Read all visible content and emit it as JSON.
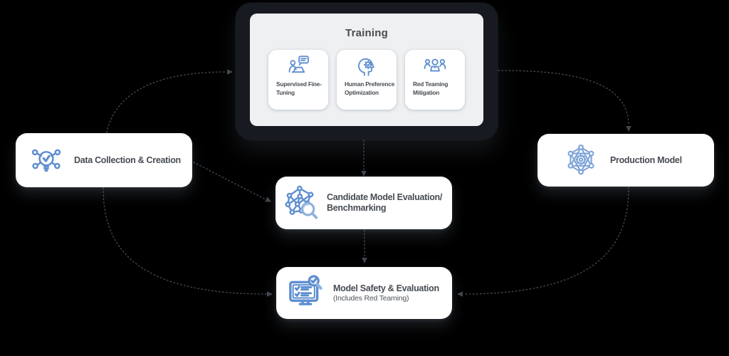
{
  "colors": {
    "background": "#000000",
    "icon_blue": "#5d8ecf",
    "icon_blue_light": "#8fb2de",
    "text": "#474c52",
    "panel_gray": "#eef0f1",
    "card_white": "#ffffff",
    "training_frame": "#171b21",
    "connector": "#41474f"
  },
  "training": {
    "title": "Training",
    "cards": [
      {
        "label": "Supervised Fine-Tuning",
        "icon": "person-laptop-chat-icon"
      },
      {
        "label": "Human Preference Optimization",
        "icon": "head-gear-check-icon"
      },
      {
        "label": "Red Teaming Mitigation",
        "icon": "three-people-icon"
      }
    ]
  },
  "nodes": {
    "data_collection": {
      "label": "Data Collection & Creation",
      "icon": "lightbulb-network-icon"
    },
    "candidate_eval": {
      "label_line1": "Candidate Model Evaluation/",
      "label_line2": "Benchmarking",
      "icon": "network-magnifier-icon"
    },
    "model_safety": {
      "title": "Model Safety & Evaluation",
      "subtitle": "(Includes Red Teaming)",
      "icon": "monitor-checklist-magnifier-icon"
    },
    "production": {
      "label": "Production Model",
      "icon": "hexagon-network-gear-icon"
    }
  },
  "connections": [
    {
      "from": "data-collection",
      "to": "training"
    },
    {
      "from": "training",
      "to": "candidate-evaluation"
    },
    {
      "from": "data-collection",
      "to": "candidate-evaluation"
    },
    {
      "from": "training",
      "to": "production-model"
    },
    {
      "from": "candidate-evaluation",
      "to": "model-safety"
    },
    {
      "from": "data-collection",
      "to": "model-safety"
    },
    {
      "from": "production-model",
      "to": "model-safety"
    }
  ]
}
